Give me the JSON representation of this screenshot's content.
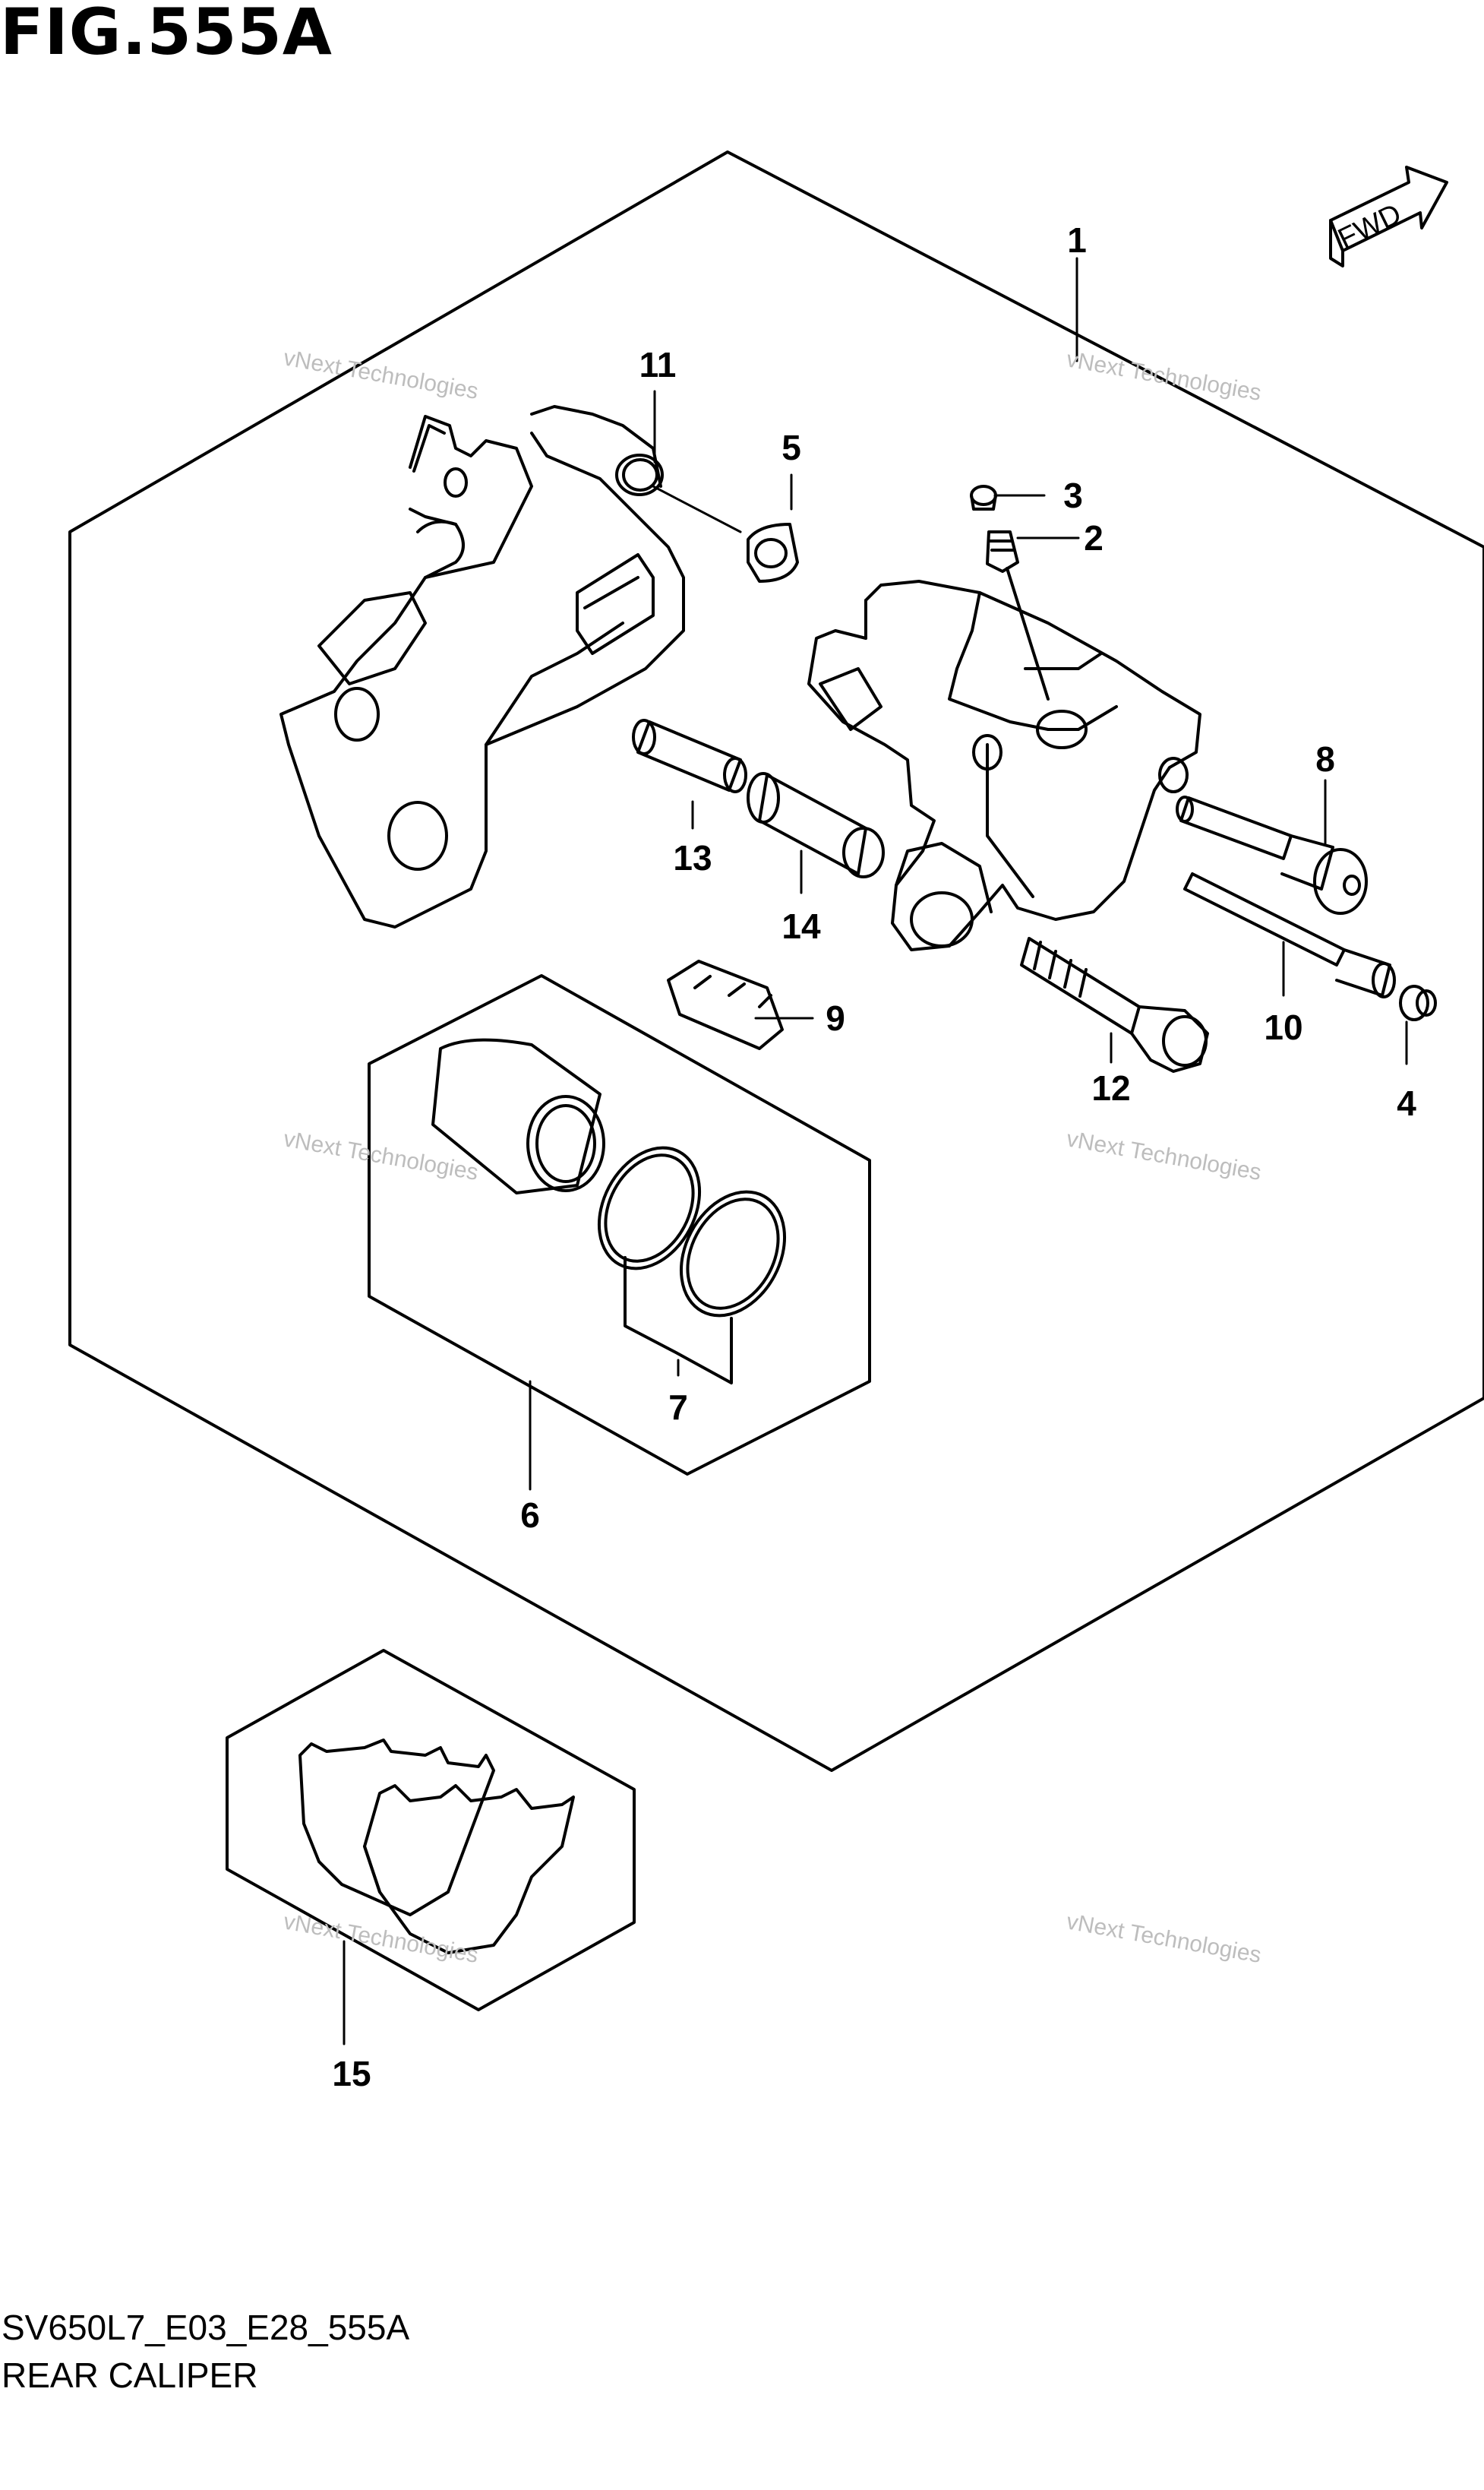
{
  "figure": {
    "title": "FIG.555A",
    "code": "SV650L7_E03_E28_555A",
    "name": "REAR CALIPER"
  },
  "fwd_label": "FWD",
  "callouts": [
    {
      "id": "1",
      "label": "1"
    },
    {
      "id": "2",
      "label": "2"
    },
    {
      "id": "3",
      "label": "3"
    },
    {
      "id": "4",
      "label": "4"
    },
    {
      "id": "5",
      "label": "5"
    },
    {
      "id": "6",
      "label": "6"
    },
    {
      "id": "7",
      "label": "7"
    },
    {
      "id": "8",
      "label": "8"
    },
    {
      "id": "9",
      "label": "9"
    },
    {
      "id": "10",
      "label": "10"
    },
    {
      "id": "11",
      "label": "11"
    },
    {
      "id": "12",
      "label": "12"
    },
    {
      "id": "13",
      "label": "13"
    },
    {
      "id": "14",
      "label": "14"
    },
    {
      "id": "15",
      "label": "15"
    }
  ],
  "watermark": {
    "line1": "vNext Technologies",
    "line2": "Technologies",
    "line3": "vNext"
  },
  "colors": {
    "line": "#000000",
    "watermark": "#c8c8c8",
    "fill": "#ffffff"
  }
}
